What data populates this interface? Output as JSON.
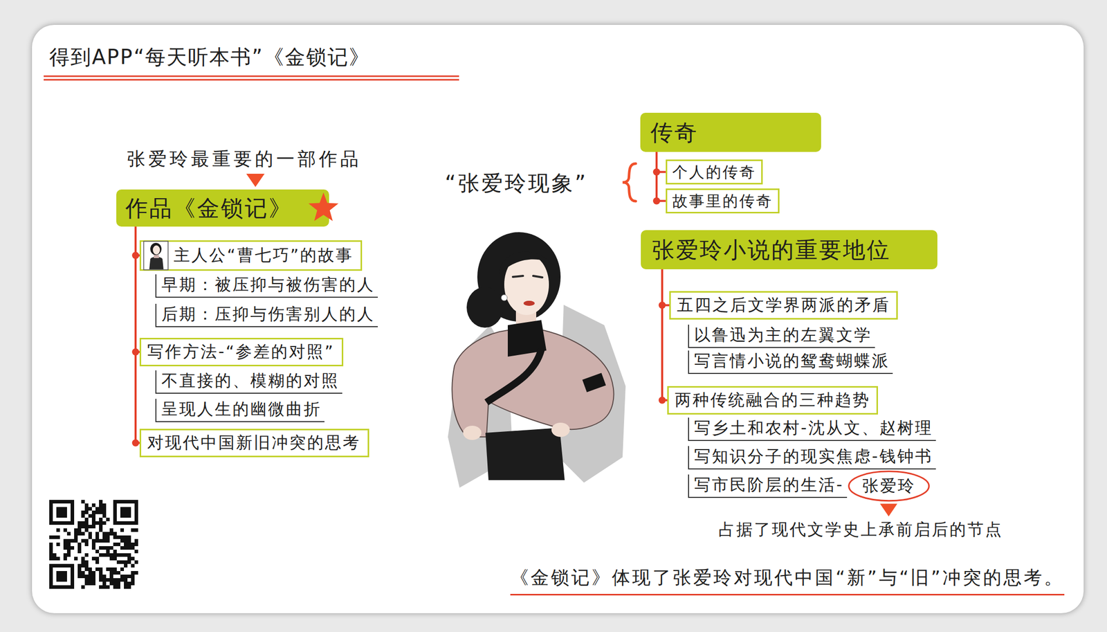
{
  "diagram": {
    "title": "得到APP“每天听本书”《金锁记》",
    "caption": "《金锁记》体现了张爱玲对现代中国“新”与“旧”冲突的思考。",
    "nodes": [
      {
        "text": [
          "作品《金锁记》"
        ]
      },
      {
        "text": [
          "主人公“曹七巧”的故事"
        ]
      },
      {
        "text": [
          "写作方法-“参差的对照”"
        ]
      },
      {
        "text": [
          "对现代中国新旧冲突的思考"
        ]
      },
      {
        "text": [
          "传奇"
        ]
      },
      {
        "text": [
          "个人的传奇"
        ]
      },
      {
        "text": [
          "故事里的传奇"
        ]
      },
      {
        "text": [
          "张爱玲小说的重要地位"
        ]
      },
      {
        "text": [
          "五四之后文学界两派的矛盾"
        ]
      },
      {
        "text": [
          "两种传统融合的三种趋势"
        ]
      },
      {
        "text": [
          "张爱玲"
        ]
      }
    ],
    "edges": [
      {
        "from": 0,
        "to": 1,
        "arrow": "none"
      },
      {
        "from": 0,
        "to": 2,
        "arrow": "none"
      },
      {
        "from": 0,
        "to": 3,
        "arrow": "none"
      },
      {
        "from": 4,
        "to": 5,
        "arrow": "none"
      },
      {
        "from": 4,
        "to": 6,
        "arrow": "none"
      },
      {
        "from": 7,
        "to": 8,
        "arrow": "none"
      },
      {
        "from": 7,
        "to": 9,
        "arrow": "none"
      }
    ],
    "labels": [
      "张爱玲最重要的一部作品",
      "早期：被压抑与被伤害的人",
      "后期：压抑与伤害别人的人",
      "不直接的、模糊的对照",
      "呈现人生的幽微曲折",
      "“张爱玲现象”",
      "以鲁迅为主的左翼文学",
      "写言情小说的鸳鸯蝴蝶派",
      "写乡土和农村-沈从文、赵树理",
      "写知识分子的现实焦虑-钱钟书",
      "写市民阶层的生活-",
      "占据了现代文学史上承前启后的节点"
    ]
  }
}
